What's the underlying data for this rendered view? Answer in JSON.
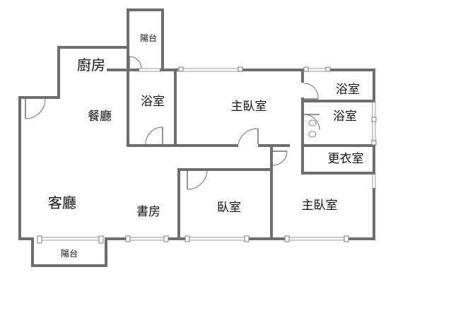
{
  "rooms": {
    "balcony_top": "陽台",
    "kitchen": "廚房",
    "bath_1": "浴室",
    "master_bedroom_1": "主臥室",
    "bath_2": "浴室",
    "bath_3": "浴室",
    "dining": "餐廳",
    "closet": "更衣室",
    "living": "客廳",
    "study": "書房",
    "bedroom": "臥室",
    "master_bedroom_2": "主臥室",
    "balcony_bottom": "陽台"
  }
}
